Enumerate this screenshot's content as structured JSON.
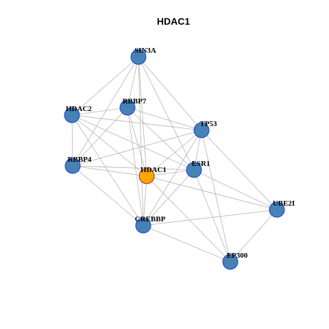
{
  "title": "HDAC1",
  "colors": {
    "node_fill": "#4682B4",
    "node_stroke": "#1C3FD6",
    "center_fill": "#FFA500",
    "center_stroke": "#B22222",
    "edge": "#B3B3B3"
  },
  "nodes": [
    {
      "id": "SIN3A",
      "label": "SIN3A",
      "center": false
    },
    {
      "id": "RBBP7",
      "label": "RBBP7",
      "center": false
    },
    {
      "id": "HDAC2",
      "label": "HDAC2",
      "center": false
    },
    {
      "id": "TP53",
      "label": "TP53",
      "center": false
    },
    {
      "id": "RBBP4",
      "label": "RBBP4",
      "center": false
    },
    {
      "id": "HDAC1",
      "label": "HDAC1",
      "center": true
    },
    {
      "id": "ESR1",
      "label": "ESR1",
      "center": false
    },
    {
      "id": "UBE2I",
      "label": "UBE2I",
      "center": false
    },
    {
      "id": "CREBBP",
      "label": "CREBBP",
      "center": false
    },
    {
      "id": "EP300",
      "label": "EP300",
      "center": false
    }
  ],
  "edges": [
    [
      "SIN3A",
      "HDAC2"
    ],
    [
      "SIN3A",
      "RBBP4"
    ],
    [
      "SIN3A",
      "RBBP7"
    ],
    [
      "SIN3A",
      "HDAC1"
    ],
    [
      "SIN3A",
      "TP53"
    ],
    [
      "SIN3A",
      "ESR1"
    ],
    [
      "SIN3A",
      "CREBBP"
    ],
    [
      "HDAC2",
      "RBBP7"
    ],
    [
      "HDAC2",
      "TP53"
    ],
    [
      "HDAC2",
      "RBBP4"
    ],
    [
      "HDAC2",
      "ESR1"
    ],
    [
      "HDAC2",
      "HDAC1"
    ],
    [
      "HDAC2",
      "CREBBP"
    ],
    [
      "RBBP7",
      "TP53"
    ],
    [
      "RBBP7",
      "RBBP4"
    ],
    [
      "RBBP7",
      "HDAC1"
    ],
    [
      "RBBP7",
      "ESR1"
    ],
    [
      "RBBP7",
      "CREBBP"
    ],
    [
      "TP53",
      "RBBP4"
    ],
    [
      "TP53",
      "HDAC1"
    ],
    [
      "TP53",
      "ESR1"
    ],
    [
      "TP53",
      "CREBBP"
    ],
    [
      "TP53",
      "EP300"
    ],
    [
      "TP53",
      "UBE2I"
    ],
    [
      "RBBP4",
      "HDAC1"
    ],
    [
      "RBBP4",
      "ESR1"
    ],
    [
      "RBBP4",
      "CREBBP"
    ],
    [
      "HDAC1",
      "ESR1"
    ],
    [
      "HDAC1",
      "UBE2I"
    ],
    [
      "HDAC1",
      "CREBBP"
    ],
    [
      "HDAC1",
      "EP300"
    ],
    [
      "ESR1",
      "UBE2I"
    ],
    [
      "ESR1",
      "CREBBP"
    ],
    [
      "ESR1",
      "EP300"
    ],
    [
      "UBE2I",
      "CREBBP"
    ],
    [
      "UBE2I",
      "EP300"
    ],
    [
      "CREBBP",
      "EP300"
    ]
  ]
}
